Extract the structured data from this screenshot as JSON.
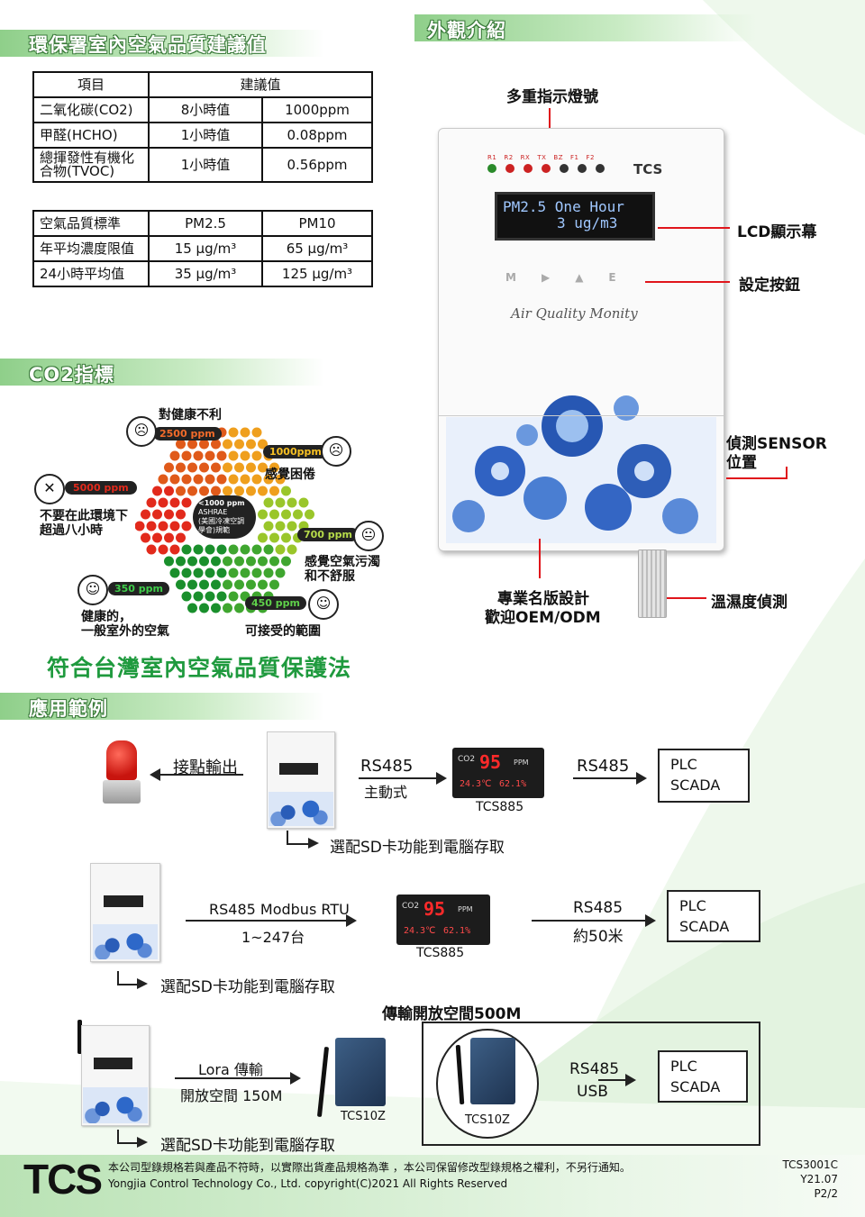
{
  "sections": {
    "epa": "環保署室內空氣品質建議值",
    "appearance": "外觀介紹",
    "co2": "CO2指標",
    "application": "應用範例"
  },
  "table1": {
    "header": [
      "項目",
      "建議值"
    ],
    "rows": [
      [
        "二氧化碳(CO2)",
        "8小時值",
        "1000ppm"
      ],
      [
        "甲醛(HCHO)",
        "1小時值",
        "0.08ppm"
      ],
      [
        "總揮發性有機化合物(TVOC)",
        "1小時值",
        "0.56ppm"
      ]
    ]
  },
  "table2": {
    "header": [
      "空氣品質標準",
      "PM2.5",
      "PM10"
    ],
    "rows": [
      [
        "年平均濃度限值",
        "15 μg/m³",
        "65 μg/m³"
      ],
      [
        "24小時平均值",
        "35 μg/m³",
        "125 μg/m³"
      ]
    ]
  },
  "device": {
    "brand": "TCS",
    "led_labels": [
      "R1",
      "R2",
      "RX",
      "TX",
      "BZ",
      "F1",
      "F2"
    ],
    "lcd_line1": "PM2.5 One Hour",
    "lcd_line2": "3 ug/m3",
    "buttons": [
      "M",
      "▶",
      "▲",
      "E"
    ],
    "script": "Air Quality Monity",
    "callouts": {
      "leds": "多重指示燈號",
      "lcd": "LCD顯示幕",
      "buttons": "設定按鈕",
      "sensor1": "偵測SENSOR",
      "sensor2": "位置",
      "oem1": "專業名版設計",
      "oem2": "歡迎OEM/ODM",
      "temp": "溫濕度偵測"
    }
  },
  "co2_chart": {
    "levels": [
      {
        "ppm": "5000 ppm",
        "text1": "不要在此環境下",
        "text2": "超過八小時",
        "color": "#e22a1c"
      },
      {
        "ppm": "2500 ppm",
        "text1": "對健康不利",
        "color": "#e05a1a"
      },
      {
        "ppm": "1000ppm",
        "text1": "感覺困倦",
        "color": "#ef9f1d"
      },
      {
        "ppm": "700 ppm",
        "text1": "感覺空氣污濁",
        "text2": "和不舒服",
        "color": "#9ac62a"
      },
      {
        "ppm": "450 ppm",
        "text1": "可接受的範圍",
        "color": "#3fa62f"
      },
      {
        "ppm": "350 ppm",
        "text1": "健康的，",
        "text2": "一般室外的空氣",
        "color": "#1a8f2c"
      }
    ],
    "center1": "<1000 ppm",
    "center2": "ASHRAE",
    "center3": "(美國冷凍空調",
    "center4": "學會)規範"
  },
  "compliance": "符合台灣室內空氣品質保護法",
  "app1": {
    "contact": "接點輸出",
    "rs485": "RS485",
    "master": "主動式",
    "panel_co2": "CO2",
    "panel_val": "95",
    "panel_unit": "PPM",
    "panel_temp": "24.3℃",
    "panel_hum": "62.1%",
    "model": "TCS885",
    "rs485_2": "RS485",
    "plc": "PLC",
    "scada": "SCADA",
    "sd": "選配SD卡功能到電腦存取"
  },
  "app2": {
    "modbus": "RS485 Modbus RTU",
    "count": "1~247台",
    "model": "TCS885",
    "rs485": "RS485",
    "dist": "約50米",
    "plc": "PLC",
    "scada": "SCADA",
    "sd": "選配SD卡功能到電腦存取"
  },
  "app3": {
    "title": "傳輸開放空間500M",
    "lora": "Lora 傳輸",
    "open": "開放空間 150M",
    "gw1": "TCS10Z",
    "gw2": "TCS10Z",
    "rs485": "RS485",
    "usb": "USB",
    "plc": "PLC",
    "scada": "SCADA",
    "sd": "選配SD卡功能到電腦存取"
  },
  "footer": {
    "logo": "TCS",
    "disclaimer": "本公司型錄規格若與產品不符時，以實際出貨產品規格為準 ，本公司保留修改型錄規格之權利，不另行通知。",
    "company": "Yongjia Control Technology Co., Ltd. copyright(C)2021 All Rights Reserved",
    "doc": "TCS3001C",
    "ver": "Y21.07",
    "page": "P2/2"
  },
  "colors": {
    "accent_green": "#8fcf8a",
    "arrow_red": "#e0151b",
    "title_green": "#1f9a3e"
  }
}
